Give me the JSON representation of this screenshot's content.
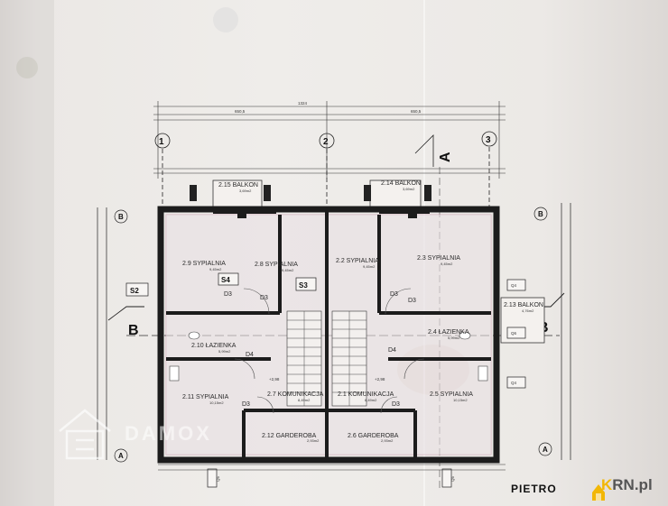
{
  "drawing": {
    "floor_title": "PIETRO",
    "brand": {
      "prefix": "K",
      "suffix": "RN.pl"
    },
    "watermark": "DAMOX",
    "overall_dimensions": [
      "1324",
      "650,5",
      "650,5"
    ],
    "grid_axes": [
      "1",
      "2",
      "3"
    ],
    "axis_letters": [
      "A",
      "B"
    ],
    "section_tags": [
      "S2",
      "S3",
      "S4",
      "Q4",
      "Q6",
      "Q4",
      "Q5",
      "Q5"
    ],
    "rooms": [
      {
        "id": "r215",
        "name": "2.15 BALKON",
        "area": "3,69m2"
      },
      {
        "id": "r214",
        "name": "2.14 BALKON",
        "area": "3,69m2"
      },
      {
        "id": "r29",
        "name": "2.9 SYPIALNIA",
        "area": "9,45m2"
      },
      {
        "id": "r28",
        "name": "2.8 SYPIALNIA",
        "area": "9,45m2"
      },
      {
        "id": "r22",
        "name": "2.2 SYPIALNIA",
        "area": "9,45m2"
      },
      {
        "id": "r23",
        "name": "2.3 SYPIALNIA",
        "area": "9,45m2"
      },
      {
        "id": "r210",
        "name": "2.10 ŁAZIENKA",
        "area": "5,99m2"
      },
      {
        "id": "r24",
        "name": "2.4 ŁAZIENKA",
        "area": "5,99m2"
      },
      {
        "id": "r213",
        "name": "2.13 BALKON",
        "area": "4,76m2"
      },
      {
        "id": "r211",
        "name": "2.11 SYPIALNIA",
        "area": "10,15m2"
      },
      {
        "id": "r27",
        "name": "2.7 KOMUNIKACJA",
        "area": "8,49m2"
      },
      {
        "id": "r21",
        "name": "2.1 KOMUNIKACJA",
        "area": "8,49m2"
      },
      {
        "id": "r25",
        "name": "2.5 SYPIALNIA",
        "area": "10,15m2"
      },
      {
        "id": "r212",
        "name": "2.12 GARDEROBA",
        "area": "2,93m2"
      },
      {
        "id": "r26",
        "name": "2.6 GARDEROBA",
        "area": "2,93m2"
      }
    ],
    "door_codes": [
      "D3",
      "D3",
      "D3",
      "D3",
      "D4",
      "D4",
      "D3",
      "D3"
    ],
    "levels": [
      "+2,98",
      "+2,98"
    ]
  }
}
